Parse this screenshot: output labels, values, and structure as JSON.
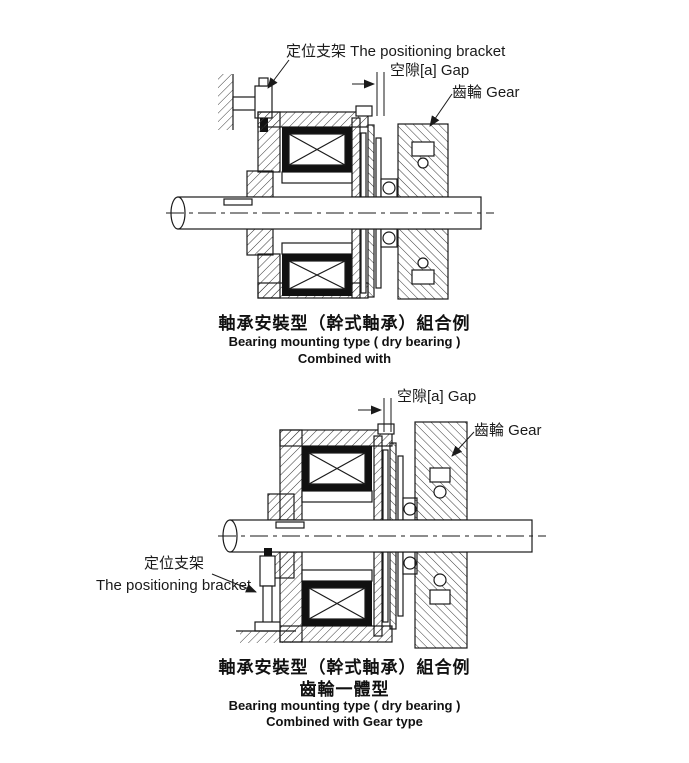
{
  "figures": {
    "top": {
      "labels": {
        "positioning_bracket": "定位支架 The positioning bracket",
        "gap": "空隙[a]  Gap",
        "gear": "齒輪  Gear"
      },
      "caption": {
        "title_zh": "軸承安裝型（幹式軸承）組合例",
        "subtitle_en": "Bearing mounting type ( dry bearing )",
        "subtitle2_en": "Combined with"
      }
    },
    "bottom": {
      "labels": {
        "gap": "空隙[a]  Gap",
        "gear": "齒輪  Gear",
        "positioning_bracket_zh": "定位支架",
        "positioning_bracket_en": "The positioning bracket"
      },
      "caption": {
        "title_zh": "軸承安裝型（幹式軸承）組合例",
        "title2_zh": "齒輪一體型",
        "subtitle_en": "Bearing mounting type ( dry bearing )",
        "subtitle2_en": "Combined with Gear type"
      }
    }
  },
  "colors": {
    "line": "#1a1a1a",
    "fill_dark": "#111111",
    "background": "#ffffff"
  }
}
